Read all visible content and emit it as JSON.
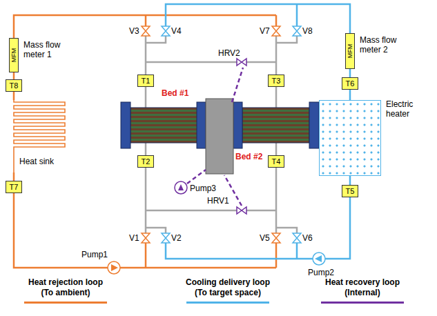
{
  "diagram": {
    "nodes": [
      {
        "text": [
          "Mass flow meter 1",
          "MFM"
        ]
      },
      {
        "text": [
          "T8"
        ]
      },
      {
        "text": [
          "Heat sink"
        ]
      },
      {
        "text": [
          "T7"
        ]
      },
      {
        "text": [
          "T1"
        ]
      },
      {
        "text": [
          "T3"
        ]
      },
      {
        "text": [
          "T2"
        ]
      },
      {
        "text": [
          "T4"
        ]
      },
      {
        "text": [
          "Mass flow meter 2",
          "MFM"
        ]
      },
      {
        "text": [
          "T6"
        ]
      },
      {
        "text": [
          "Electric heater"
        ]
      },
      {
        "text": [
          "T5"
        ]
      }
    ],
    "edges": [
      {
        "from": 0,
        "to": 1,
        "arrow": "none"
      },
      {
        "from": 1,
        "to": 2,
        "arrow": "none"
      },
      {
        "from": 2,
        "to": 3,
        "arrow": "none"
      },
      {
        "from": 8,
        "to": 9,
        "arrow": "none"
      },
      {
        "from": 9,
        "to": 10,
        "arrow": "none"
      },
      {
        "from": 10,
        "to": 11,
        "arrow": "none"
      }
    ],
    "labels": [
      "V3",
      "V4",
      "V7",
      "V8",
      "HRV2",
      "Bed #1",
      "Bed #2",
      "HRV1",
      "Pump3",
      "V1",
      "V2",
      "V5",
      "V6",
      "Pump1",
      "Pump2"
    ],
    "legend": [
      {
        "text": "Heat rejection loop (To ambient)",
        "color": "#ED7D31"
      },
      {
        "text": "Cooling delivery loop (To target space)",
        "color": "#4FB3E8"
      },
      {
        "text": "Heat recovery loop (Internal)",
        "color": "#7030A0"
      }
    ]
  }
}
